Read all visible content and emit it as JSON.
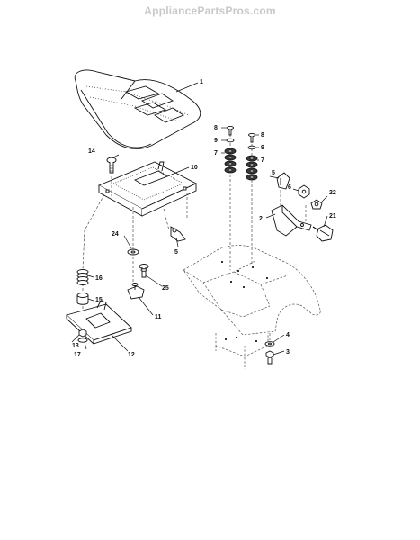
{
  "watermark": "AppliancePartsPros.com",
  "callouts": [
    {
      "id": "c1",
      "text": "1"
    },
    {
      "id": "c2",
      "text": "2"
    },
    {
      "id": "c3",
      "text": "3"
    },
    {
      "id": "c4",
      "text": "4"
    },
    {
      "id": "c5a",
      "text": "5"
    },
    {
      "id": "c5b",
      "text": "5"
    },
    {
      "id": "c6",
      "text": "6"
    },
    {
      "id": "c7a",
      "text": "7"
    },
    {
      "id": "c7b",
      "text": "7"
    },
    {
      "id": "c8a",
      "text": "8"
    },
    {
      "id": "c8b",
      "text": "8"
    },
    {
      "id": "c9a",
      "text": "9"
    },
    {
      "id": "c9b",
      "text": "9"
    },
    {
      "id": "c10",
      "text": "10"
    },
    {
      "id": "c11",
      "text": "11"
    },
    {
      "id": "c12",
      "text": "12"
    },
    {
      "id": "c13",
      "text": "13"
    },
    {
      "id": "c14",
      "text": "14"
    },
    {
      "id": "c15",
      "text": "15"
    },
    {
      "id": "c16",
      "text": "16"
    },
    {
      "id": "c17",
      "text": "17"
    },
    {
      "id": "c21",
      "text": "21"
    },
    {
      "id": "c22",
      "text": "22"
    },
    {
      "id": "c24",
      "text": "24"
    },
    {
      "id": "c25",
      "text": "25"
    }
  ]
}
